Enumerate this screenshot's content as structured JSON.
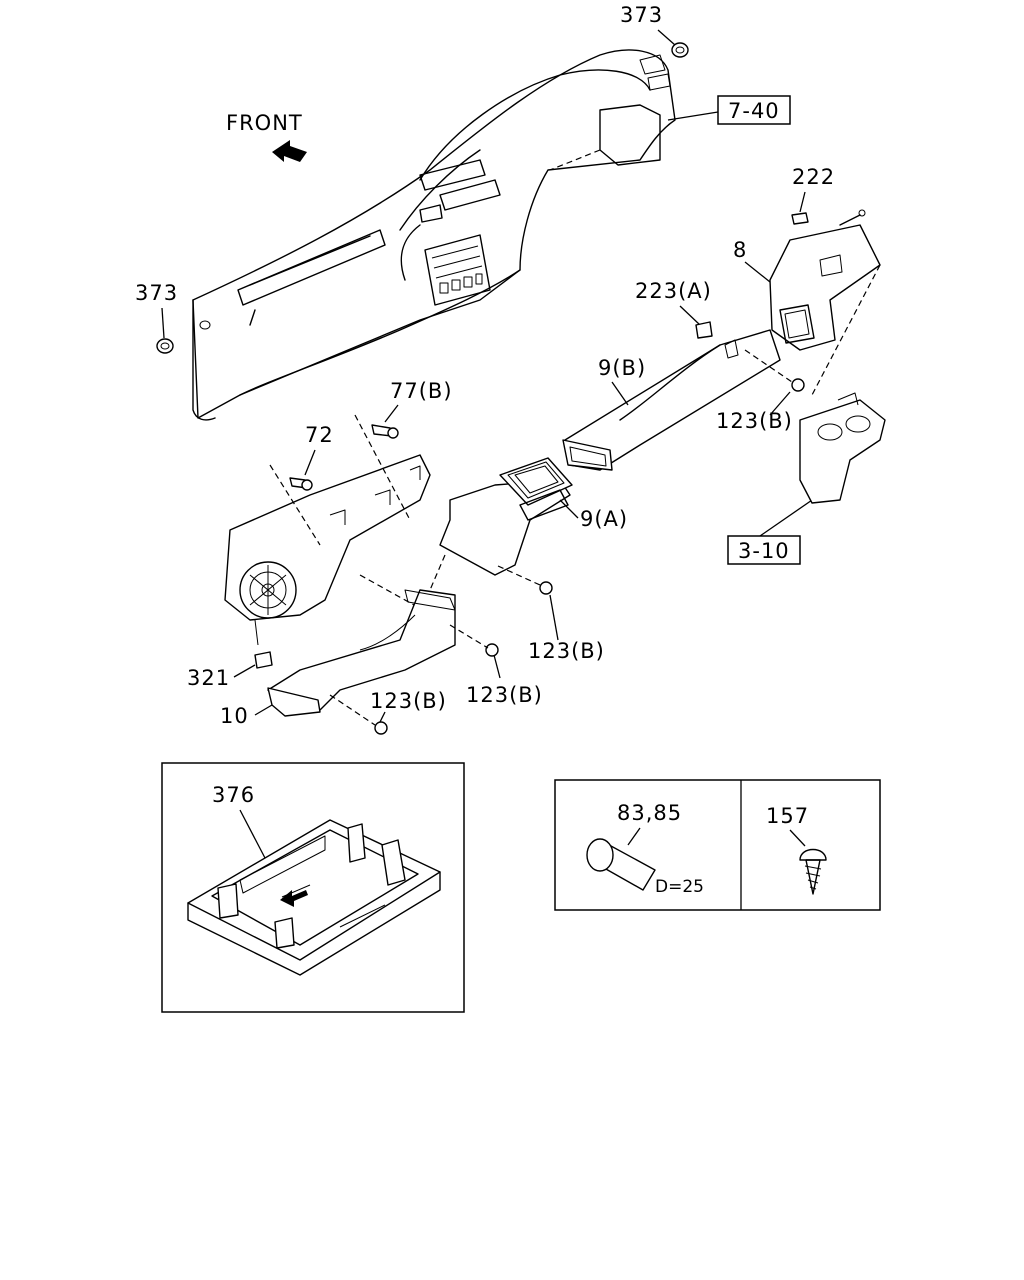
{
  "orientation": {
    "front_label": "FRONT"
  },
  "references": {
    "ref_7_40": "7-40",
    "ref_3_10": "3-10"
  },
  "callouts": {
    "c373_top": "373",
    "c373_left": "373",
    "c222": "222",
    "c8": "8",
    "c223a": "223(A)",
    "c9b": "9(B)",
    "c123b_right": "123(B)",
    "c77b": "77(B)",
    "c72": "72",
    "c9a": "9(A)",
    "c123b_mid": "123(B)",
    "c321": "321",
    "c123b_low": "123(B)",
    "c123b_bottom": "123(B)",
    "c10": "10"
  },
  "inset_frame": {
    "part": "376"
  },
  "inset_spec": {
    "pad_part": "83,85",
    "pad_dimension": "D=25",
    "screw_part": "157"
  }
}
